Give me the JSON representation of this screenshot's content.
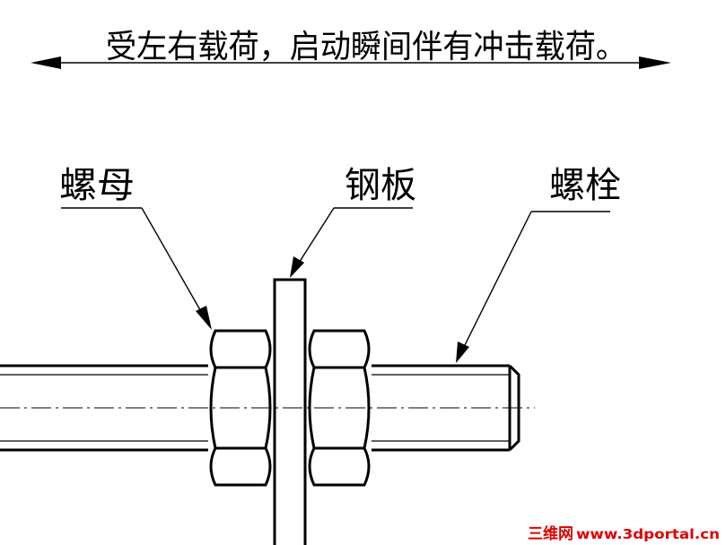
{
  "caption": "受左右载荷，启动瞬间伴有冲击载荷。",
  "labels": {
    "nut": "螺母",
    "steel_plate": "钢板",
    "bolt": "螺栓"
  },
  "watermark": {
    "brand": "三维网",
    "url": "www.3dportal.cn"
  },
  "colors": {
    "line": "#000000",
    "watermark_red": "#e00000",
    "background": "#ffffff"
  }
}
